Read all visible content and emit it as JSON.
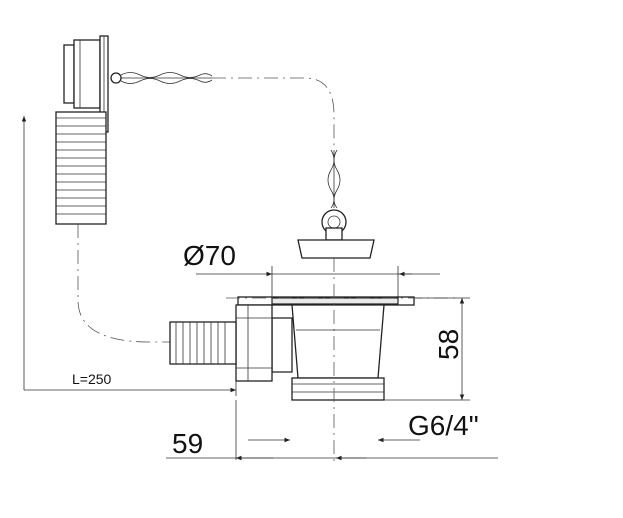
{
  "dimensions": {
    "diameter_label": "Ø70",
    "height_label": "58",
    "width_label": "59",
    "thread_label": "G6/4\"",
    "length_label": "L=250"
  }
}
